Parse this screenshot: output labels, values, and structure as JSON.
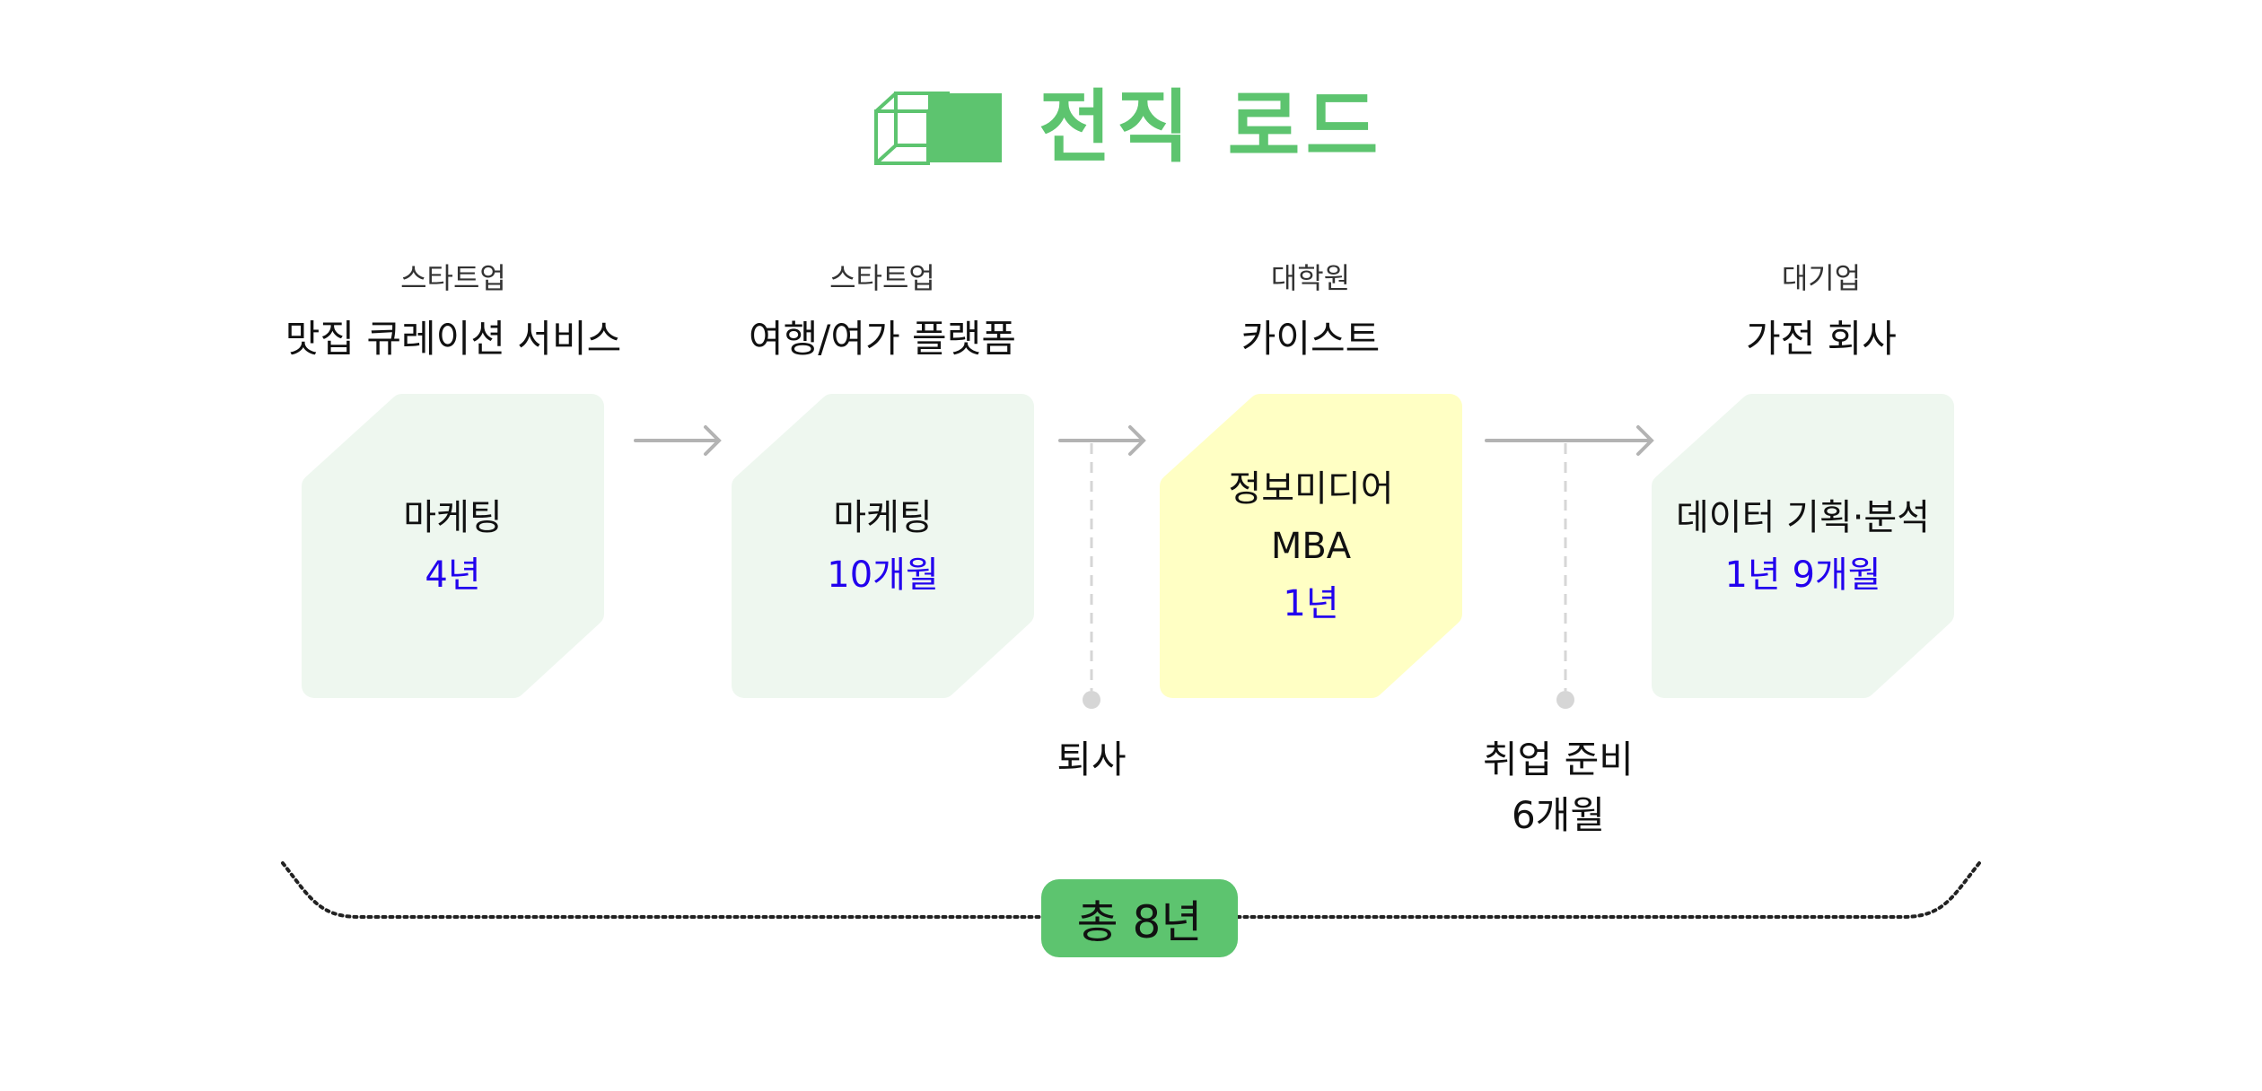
{
  "title": "전직 로드",
  "colors": {
    "accent": "#5dc46f",
    "card_green": "#eef7ef",
    "card_yellow": "#ffffc4",
    "duration": "#2200ee",
    "connector": "#b3b3b3"
  },
  "stages": [
    {
      "category": "스타트업",
      "name": "맛집 큐레이션 서비스",
      "role": "마케팅",
      "duration": "4년"
    },
    {
      "category": "스타트업",
      "name": "여행/여가 플랫폼",
      "role": "마케팅",
      "duration": "10개월"
    },
    {
      "category": "대학원",
      "name": "카이스트",
      "role_line1": "정보미디어",
      "role_line2": "MBA",
      "duration": "1년"
    },
    {
      "category": "대기업",
      "name": "가전 회사",
      "role": "데이터 기획·분석",
      "duration": "1년 9개월"
    }
  ],
  "gaps": [
    {
      "label": "퇴사"
    },
    {
      "label": "취업 준비",
      "duration": "6개월"
    }
  ],
  "total": "총 8년"
}
